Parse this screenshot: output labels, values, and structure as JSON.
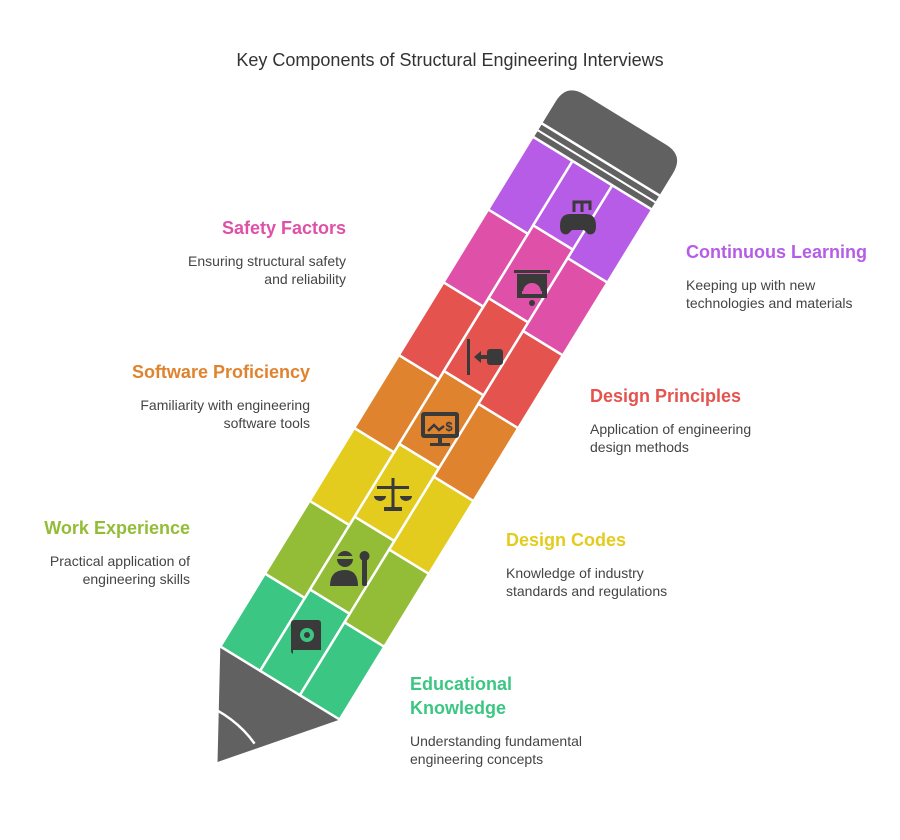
{
  "title": "Key Components of Structural Engineering Interviews",
  "colors": {
    "purple": "#b65ce6",
    "pink": "#df50a8",
    "red": "#e5534f",
    "orange": "#e0832e",
    "yellow": "#e3cc1e",
    "lime": "#93bd37",
    "green": "#3cc683",
    "pencil_gray": "#616161",
    "icon": "#3a3a3a"
  },
  "items": [
    {
      "heading": "Educational Knowledge",
      "heading_line1": "Educational",
      "heading_line2": "Knowledge",
      "description_line1": "Understanding fundamental",
      "description_line2": "engineering concepts",
      "color": "#3cc683",
      "icon": "book-gear-icon"
    },
    {
      "heading": "Work Experience",
      "description_line1": "Practical application of",
      "description_line2": "engineering skills",
      "color": "#93bd37",
      "icon": "worker-wrench-icon"
    },
    {
      "heading": "Design Codes",
      "description_line1": "Knowledge of industry",
      "description_line2": "standards and regulations",
      "color": "#e3cc1e",
      "icon": "scales-icon"
    },
    {
      "heading": "Software Proficiency",
      "description_line1": "Familiarity with engineering",
      "description_line2": "software tools",
      "color": "#e0832e",
      "icon": "monitor-chart-icon"
    },
    {
      "heading": "Design Principles",
      "description_line1": "Application of engineering",
      "description_line2": "design methods",
      "color": "#e5534f",
      "icon": "align-left-arrow-icon"
    },
    {
      "heading": "Safety Factors",
      "description_line1": "Ensuring structural safety",
      "description_line2": "and reliability",
      "color": "#df50a8",
      "icon": "presentation-helmet-icon"
    },
    {
      "heading": "Continuous Learning",
      "description_line1": "Keeping up with new",
      "description_line2": "technologies and materials",
      "color": "#b65ce6",
      "icon": "gamepad-book-icon"
    }
  ]
}
